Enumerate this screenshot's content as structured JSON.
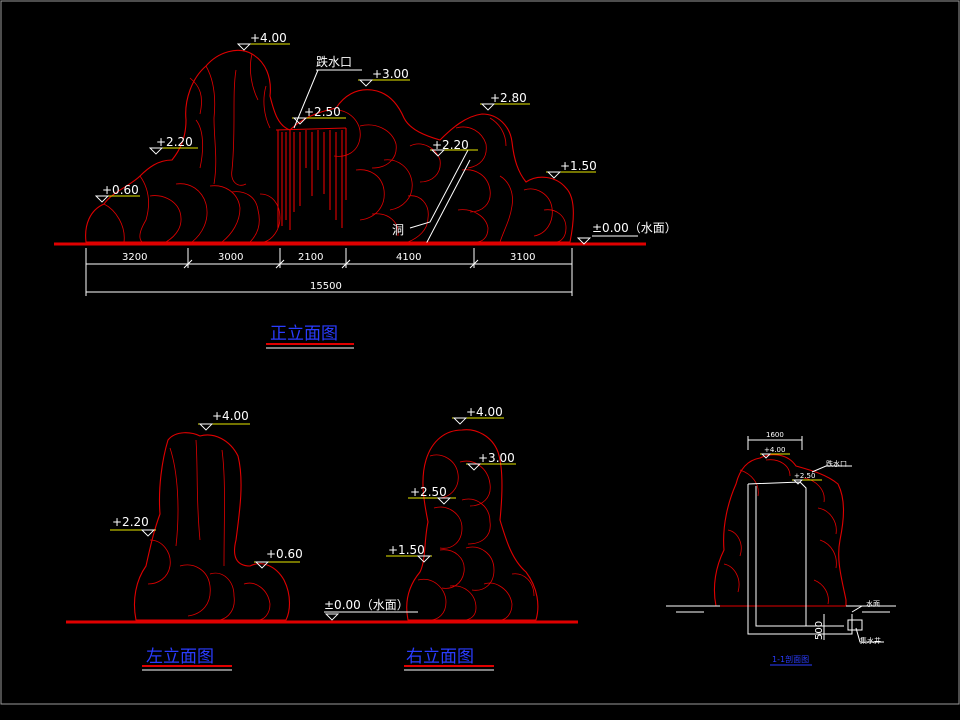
{
  "views": {
    "front": {
      "title": "正立面图",
      "labels": {
        "drop_outlet": "跌水口",
        "cave": "洞",
        "water_level": "±0.00（水面）"
      },
      "elevations": [
        "+4.00",
        "+3.00",
        "+2.50",
        "+2.80",
        "+2.20",
        "+2.20",
        "+1.50",
        "+0.60"
      ],
      "dimensions": [
        "3200",
        "3000",
        "2100",
        "4100",
        "3100"
      ],
      "total_dimension": "15500"
    },
    "left": {
      "title": "左立面图",
      "elevations": [
        "+4.00",
        "+2.20",
        "+0.60"
      ]
    },
    "right": {
      "title": "右立面图",
      "elevations": [
        "+4.00",
        "+3.00",
        "+2.50",
        "+1.50"
      ],
      "water_level": "±0.00（水面）"
    },
    "section": {
      "title": "1-1剖面图",
      "dim_top": "1600",
      "elevations": [
        "+4.00",
        "+2.50"
      ],
      "labels": {
        "drop_outlet": "跌水口",
        "water_surface": "水面",
        "pump_pit": "集水井"
      },
      "dim_side": "500"
    }
  },
  "colors": {
    "background": "#000000",
    "rock_outline": "#e00000",
    "dimension": "#ffffff",
    "elevation_leader": "#e8e800",
    "title": "#2a3cff"
  }
}
